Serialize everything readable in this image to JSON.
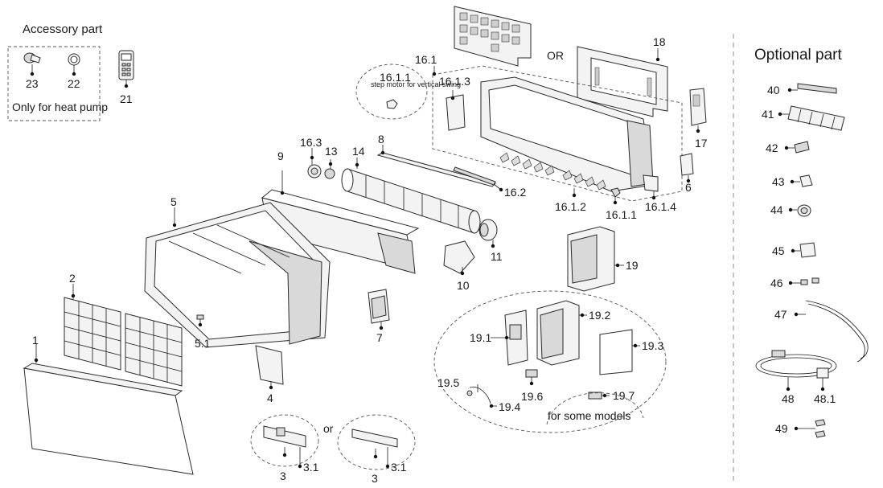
{
  "accessory": {
    "title": "Accessory part",
    "note": "Only for heat pump"
  },
  "optional": {
    "title": "Optional part"
  },
  "note_step_motor": "step motor for vertical swing",
  "note_some_models": "for some models",
  "or_labels": [
    "OR",
    "or"
  ],
  "labels": {
    "p1": "1",
    "p2": "2",
    "p3a": "3",
    "p3b": "3",
    "p31a": "3.1",
    "p31b": "3.1",
    "p4": "4",
    "p5": "5",
    "p51": "5.1",
    "p6": "6",
    "p7": "7",
    "p8": "8",
    "p9": "9",
    "p10": "10",
    "p11": "11",
    "p13": "13",
    "p14": "14",
    "p161": "16.1",
    "p1611": "16.1.1",
    "p1611b": "16.1.1",
    "p1612": "16.1.2",
    "p1613": "16.1.3",
    "p1614": "16.1.4",
    "p162": "16.2",
    "p163": "16.3",
    "p17": "17",
    "p18": "18",
    "p19": "19",
    "p191": "19.1",
    "p192": "19.2",
    "p193": "19.3",
    "p194": "19.4",
    "p195": "19.5",
    "p196": "19.6",
    "p197": "19.7",
    "p21": "21",
    "p22": "22",
    "p23": "23",
    "p40": "40",
    "p41": "41",
    "p42": "42",
    "p43": "43",
    "p44": "44",
    "p45": "45",
    "p46": "46",
    "p47": "47",
    "p48": "48",
    "p481": "48.1",
    "p49": "49"
  }
}
